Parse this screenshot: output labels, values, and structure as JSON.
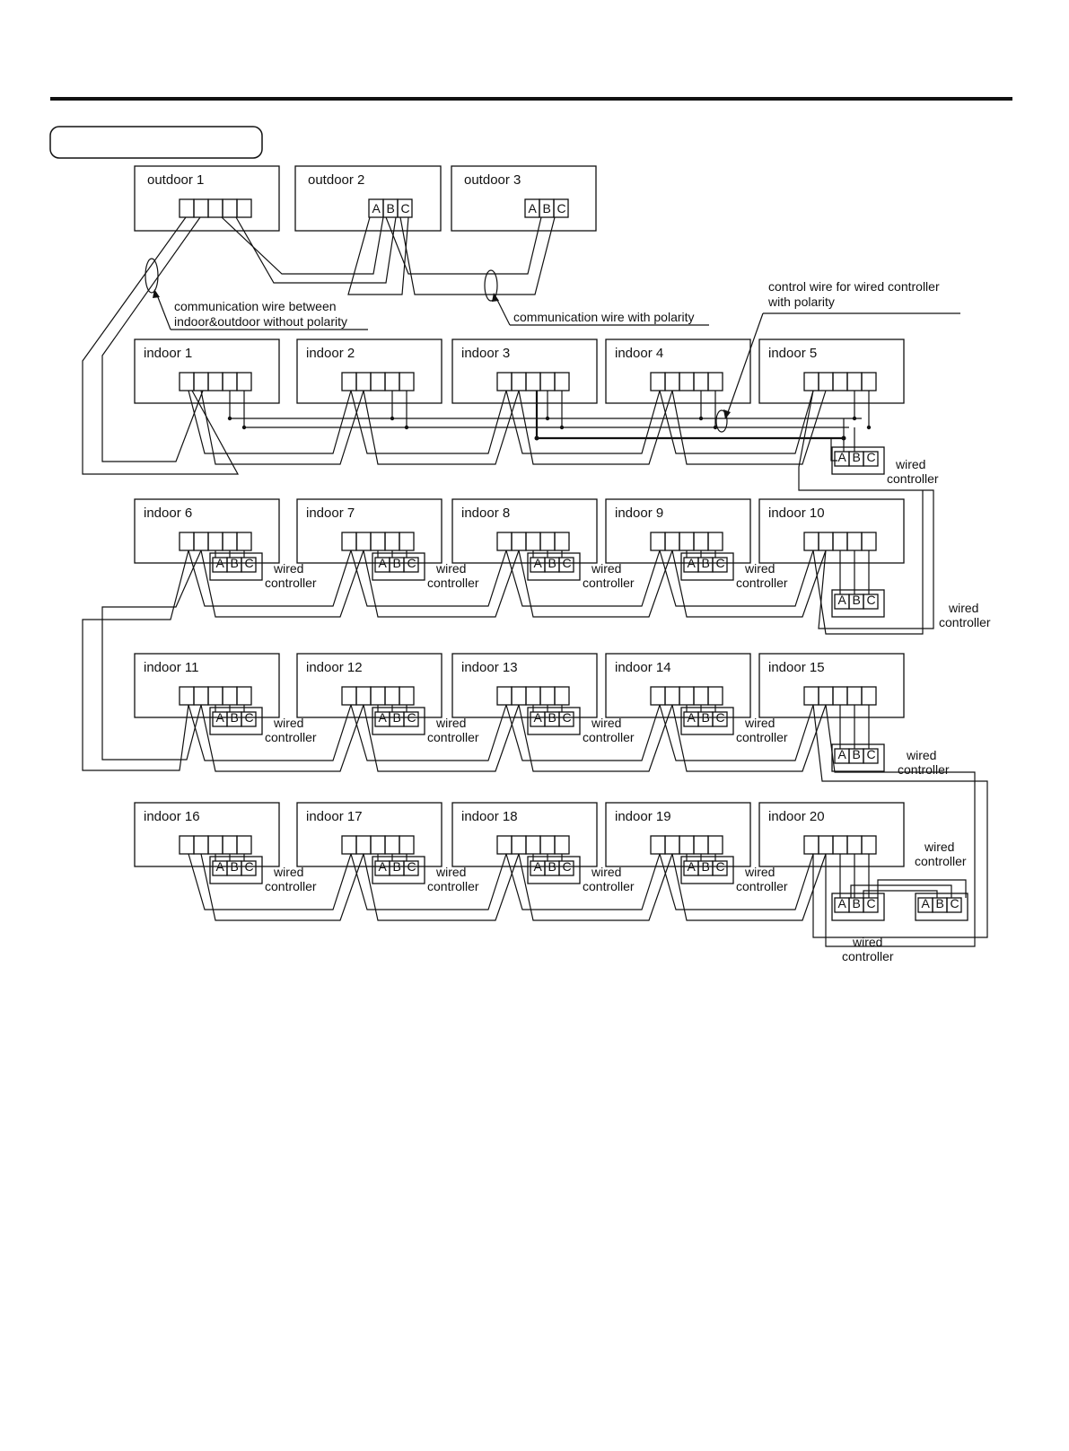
{
  "outdoor_units": [
    {
      "name": "outdoor 1",
      "terminals": [
        "",
        "",
        "",
        "",
        ""
      ]
    },
    {
      "name": "outdoor 2",
      "terminals": [
        "A",
        "B",
        "C"
      ]
    },
    {
      "name": "outdoor 3",
      "terminals": [
        "A",
        "B",
        "C"
      ]
    }
  ],
  "indoor_units": [
    {
      "name": "indoor 1"
    },
    {
      "name": "indoor 2"
    },
    {
      "name": "indoor 3"
    },
    {
      "name": "indoor 4"
    },
    {
      "name": "indoor 5"
    },
    {
      "name": "indoor 6"
    },
    {
      "name": "indoor 7"
    },
    {
      "name": "indoor 8"
    },
    {
      "name": "indoor 9"
    },
    {
      "name": "indoor 10"
    },
    {
      "name": "indoor 11"
    },
    {
      "name": "indoor 12"
    },
    {
      "name": "indoor 13"
    },
    {
      "name": "indoor 14"
    },
    {
      "name": "indoor 15"
    },
    {
      "name": "indoor 16"
    },
    {
      "name": "indoor 17"
    },
    {
      "name": "indoor 18"
    },
    {
      "name": "indoor 19"
    },
    {
      "name": "indoor 20"
    }
  ],
  "controller_terminals": [
    "A",
    "B",
    "C"
  ],
  "labels": {
    "comm_no_polarity_1": "communication wire between",
    "comm_no_polarity_2": "indoor&outdoor without polarity",
    "comm_polarity": "communication wire with polarity",
    "control_wire_1": "control wire for wired controller",
    "control_wire_2": "with polarity",
    "wired": "wired",
    "controller": "controller"
  }
}
